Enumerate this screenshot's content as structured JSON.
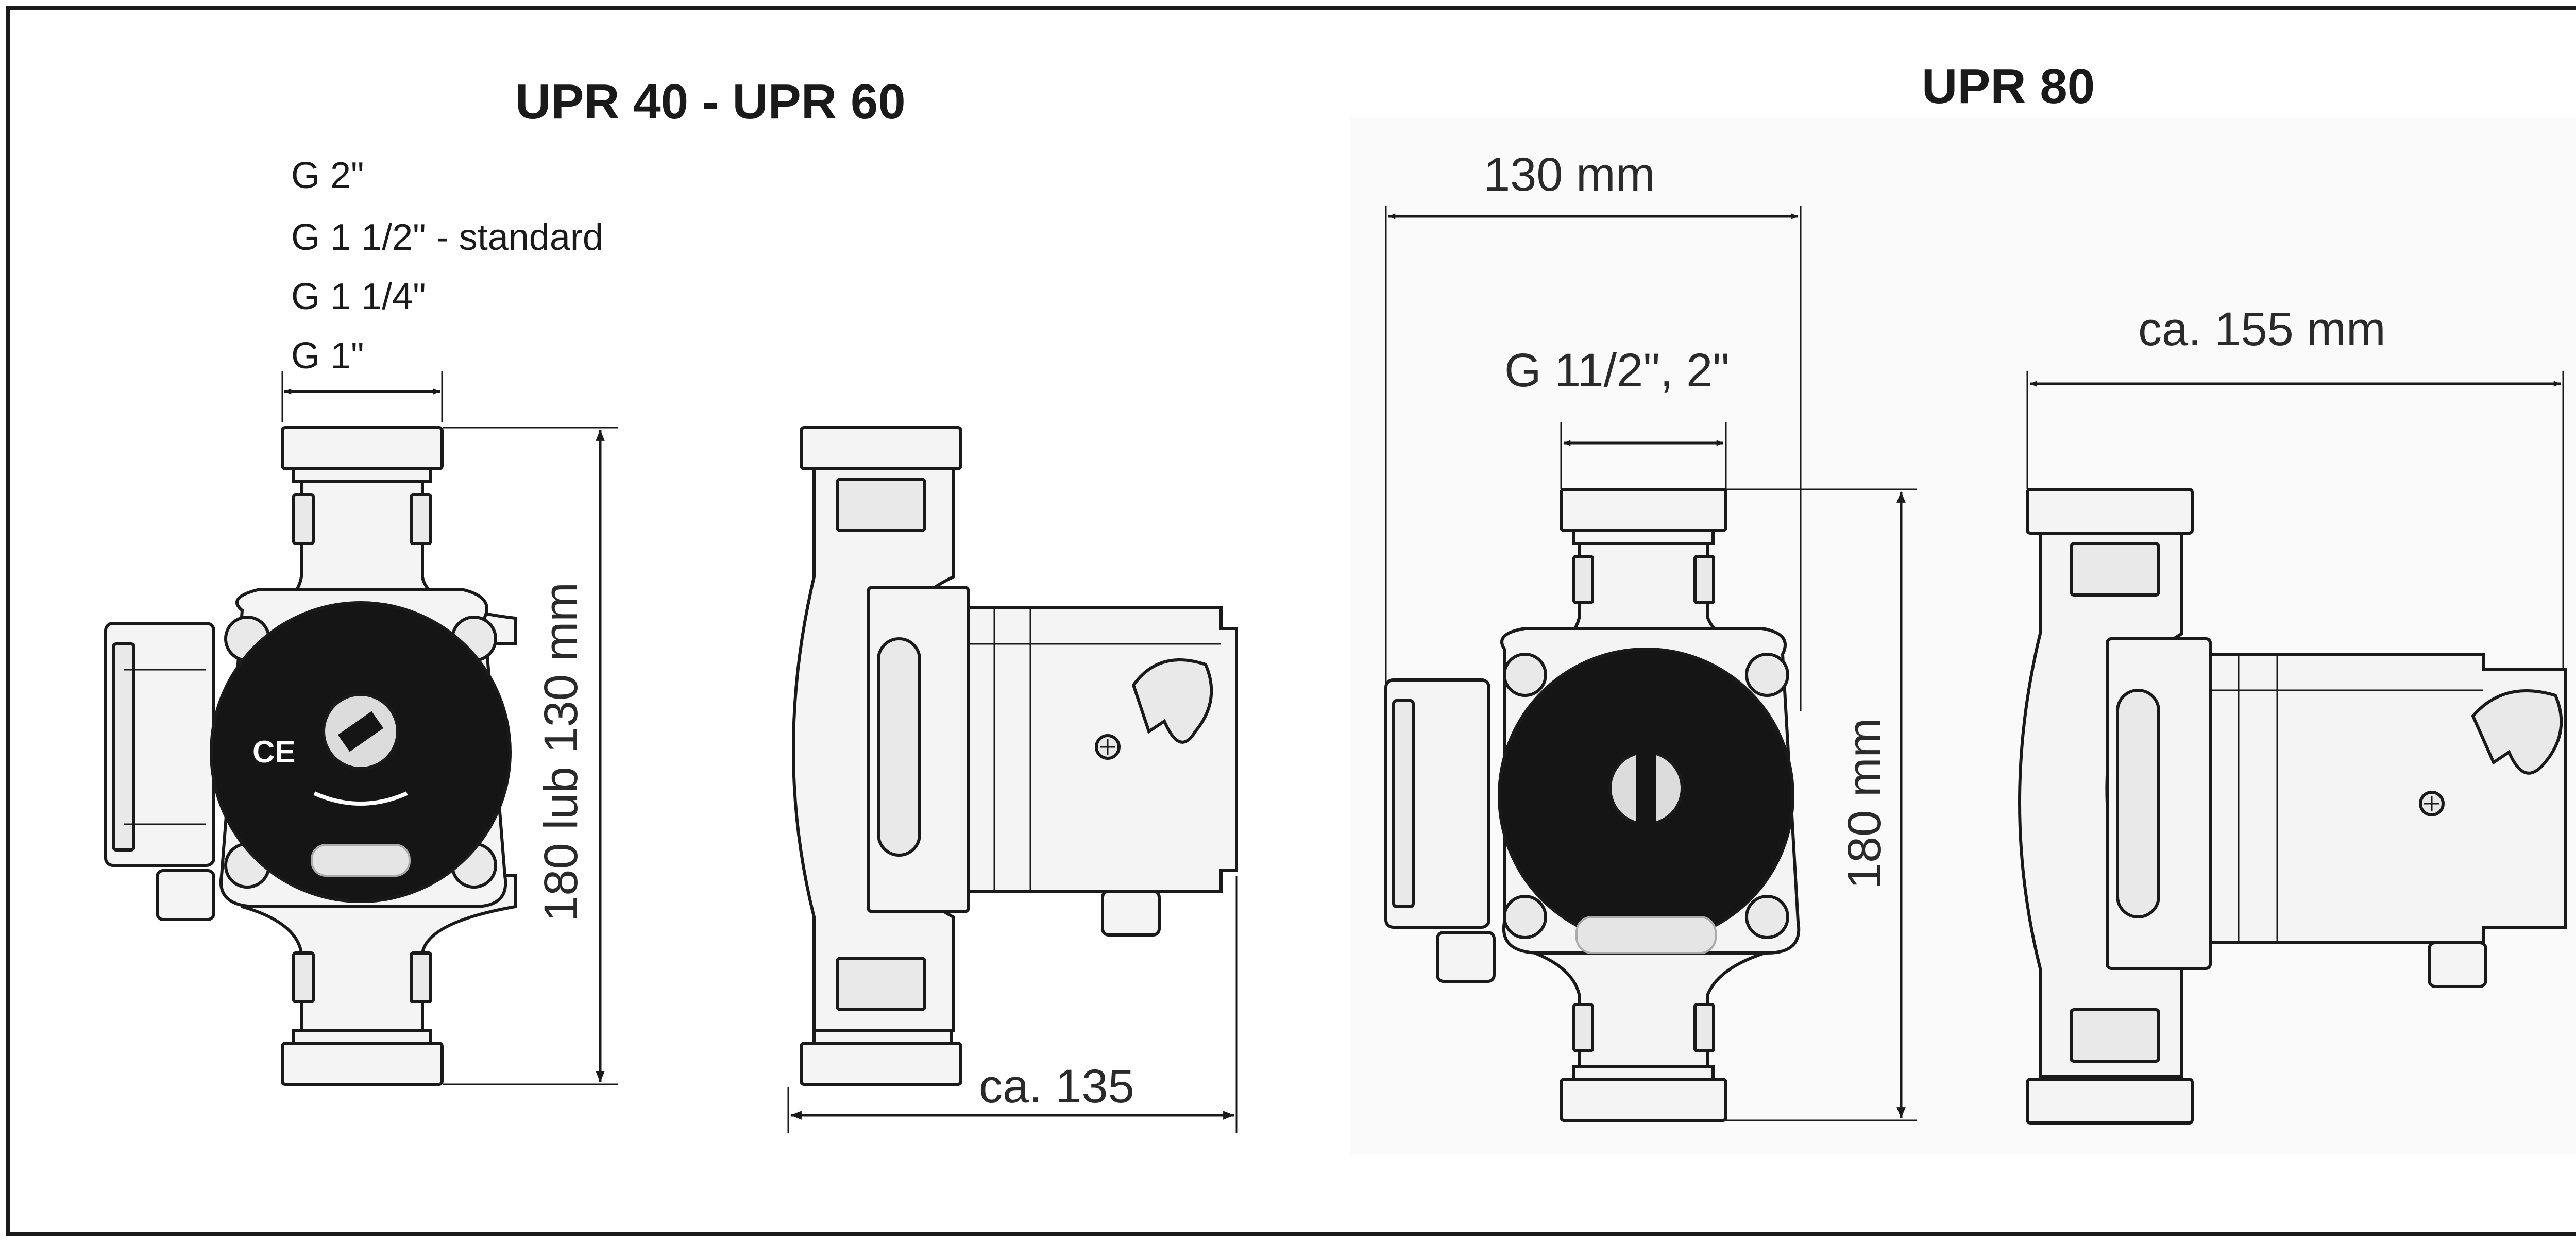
{
  "left": {
    "title": "UPR 40  -  UPR 60",
    "threads": [
      "G 2\"",
      "G 1 1/2\" - standard",
      "G 1 1/4\"",
      "G 1\""
    ],
    "height_dim": "180 lub 130 mm",
    "depth_dim": "ca. 135"
  },
  "right": {
    "title": "UPR 80",
    "width_dim": "130 mm",
    "thread_dim": "G 11/2\", 2\"",
    "height_dim": "180 mm",
    "depth_dim": "ca. 155 mm"
  },
  "colors": {
    "line": "#1a1a1a",
    "face_dark": "#151515",
    "body_light": "#f4f4f4",
    "photo_bg": "#eeeeee",
    "frame": "#1a1a1a"
  },
  "icons": [
    "ce-mark-icon",
    "screw-icon",
    "terminal-box-icon",
    "arrow-icon"
  ]
}
